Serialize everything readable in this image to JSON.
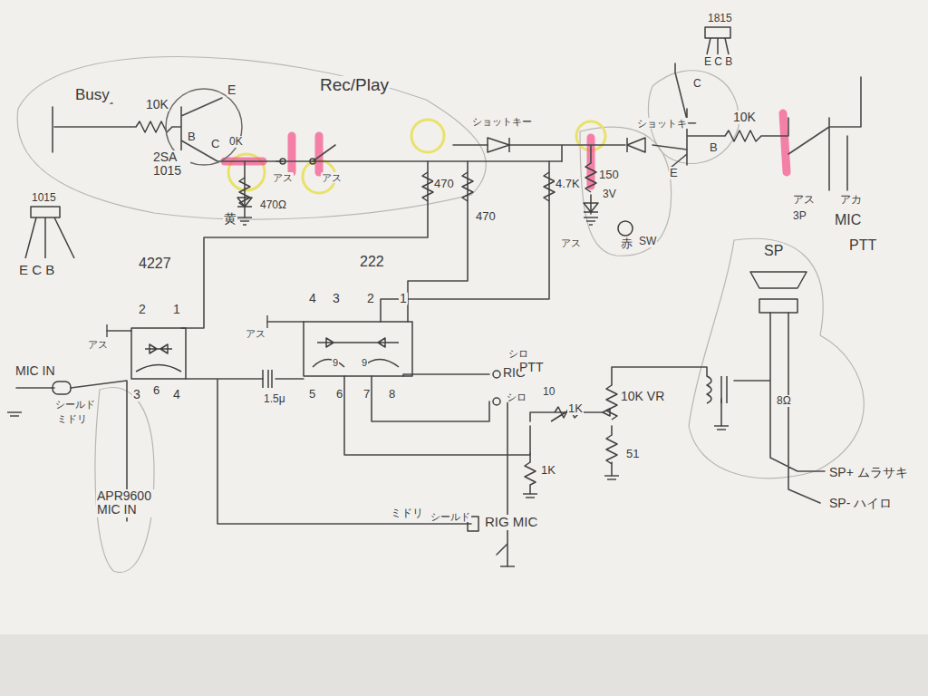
{
  "diagram": {
    "labels": [
      "Busy",
      "10K",
      "E",
      "B",
      "C",
      "2SA 1015",
      "Rec/Play",
      "0K",
      "黄",
      "470Ω",
      "アス",
      "アス",
      "470",
      "ショットキー",
      "470",
      "4.7K",
      "150",
      "ショットキー",
      "3V",
      "赤",
      "SW",
      "アス",
      "C",
      "1815",
      "E C B",
      "10K",
      "E",
      "B",
      "アス",
      "3P",
      "アカ",
      "MIC",
      "PTT",
      "1015",
      "E C B",
      "4227",
      "222",
      "2",
      "1",
      "3",
      "6",
      "4",
      "4",
      "3",
      "2",
      "1",
      "5",
      "6",
      "7",
      "8",
      "9",
      "9",
      "MIC IN",
      "シールド",
      "ミドリ",
      "APR9600 MIC IN",
      "1.5μ",
      "アス",
      "アス",
      "シロ",
      "RIG",
      "PTT",
      "シロ",
      "10",
      "1K",
      "10K VR",
      "51",
      "1K",
      "SP",
      "8Ω",
      "SP+ ムラサキ",
      "SP- ハイロ",
      "ミドリ",
      "シールド",
      "RIG MIC"
    ]
  }
}
